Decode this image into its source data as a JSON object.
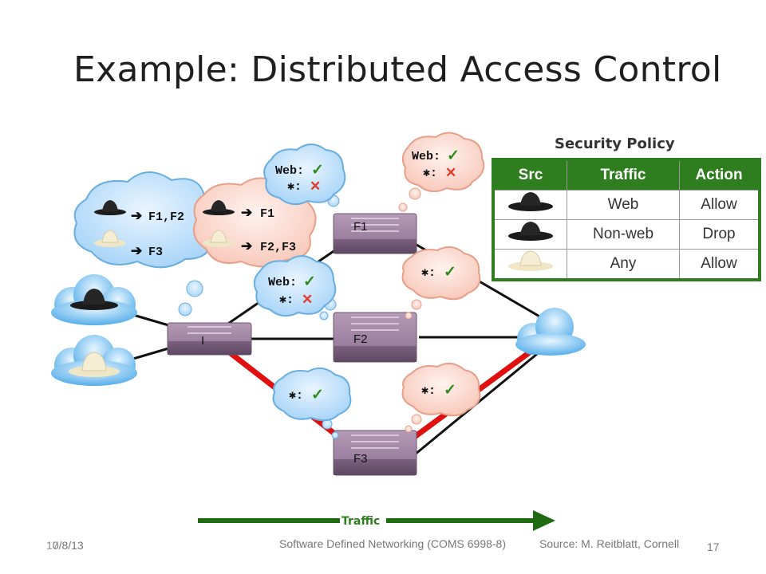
{
  "slide": {
    "title": "Example: Distributed Access Control",
    "policy_heading": "Security Policy",
    "policy_columns": [
      "Src",
      "Traffic",
      "Action"
    ],
    "policy_rows": [
      {
        "src_icon": "black-hat-icon",
        "traffic": "Web",
        "action": "Allow"
      },
      {
        "src_icon": "black-hat-icon",
        "traffic": "Non-web",
        "action": "Drop"
      },
      {
        "src_icon": "white-hat-icon",
        "traffic": "Any",
        "action": "Allow"
      }
    ],
    "switch_labels": {
      "i": "I",
      "f1": "F1",
      "f2": "F2",
      "f3": "F3"
    },
    "ingress_bubble": {
      "row1": "F1,F2",
      "row2": "F3"
    },
    "pink_bubble": {
      "row1": "F1",
      "row2": "F2,F3"
    },
    "f1_top_bubble": {
      "line1": "Web:",
      "line2": "✱:"
    },
    "f1_pink_bubble": {
      "line1": "Web:",
      "line2": "✱:"
    },
    "f2_blue_bubble": {
      "line1": "Web:",
      "line2": "✱:"
    },
    "f2_pink_bubble": {
      "line1": "✱:"
    },
    "f3_blue_bubble": {
      "line1": "✱:"
    },
    "f3_pink_bubble": {
      "line1": "✱:"
    },
    "traffic_label": "Traffic",
    "footer": {
      "date": "10/8/13",
      "date_overlay": "17",
      "course": "Software Defined Networking (COMS 6998-8)",
      "source": "Source: M. Reitblatt, Cornell",
      "page": "17"
    },
    "colors": {
      "green": "#2e7d1f",
      "red": "#e01010",
      "switch": "#8a7090",
      "cloud_blue": "#cfe6fb",
      "cloud_pink": "#fde4dc"
    }
  }
}
